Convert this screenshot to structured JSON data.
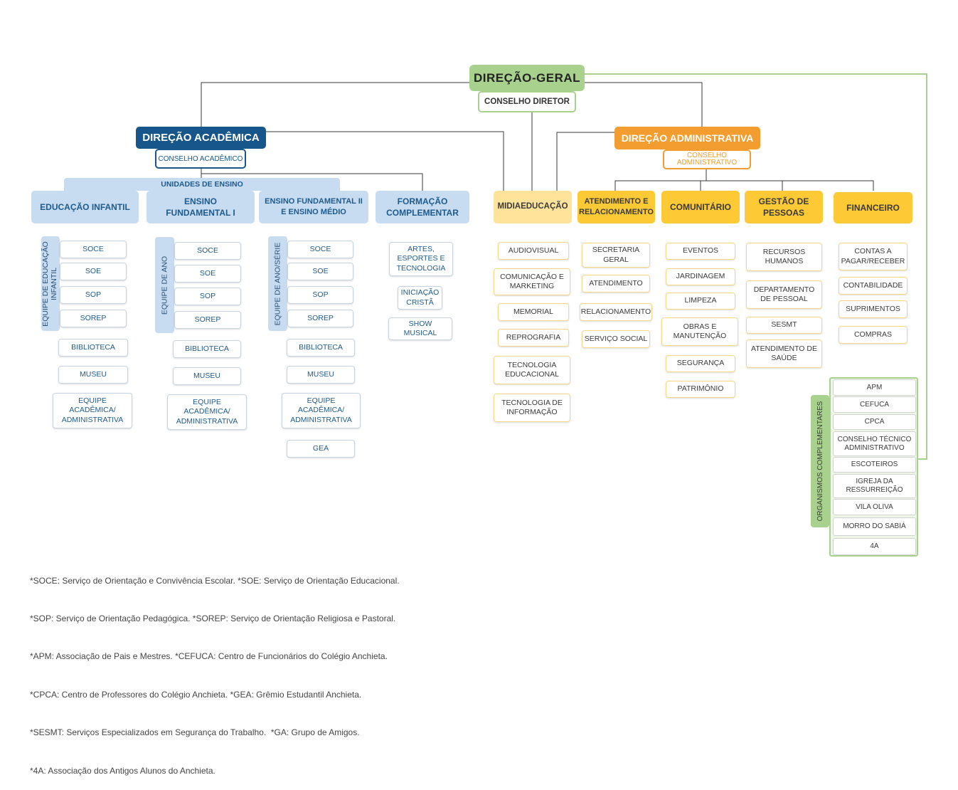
{
  "colors": {
    "general": "#a9d18e",
    "academic": "#17568a",
    "administrative": "#f39c2f",
    "unit": "#c8dcf1",
    "unit_text": "#1d5a8e",
    "gold": "#fdc935",
    "media": "#ffe39b",
    "item_text": "#1f5a8c"
  },
  "direction_general": {
    "title": "DIREÇÃO-GERAL",
    "council": "CONSELHO DIRETOR"
  },
  "academic": {
    "title": "DIREÇÃO ACADÊMICA",
    "council": "CONSELHO ACADÊMICO",
    "units_label": "UNIDADES DE ENSINO",
    "units": [
      {
        "title": "EDUCAÇÃO INFANTIL",
        "team": "EQUIPE DE EDUCAÇÃO INFANTIL",
        "team_items": [
          "SOCE",
          "SOE",
          "SOP",
          "SOREP"
        ],
        "items": [
          "BIBLIOTECA",
          "MUSEU",
          "EQUIPE ACADÊMICA/ ADMINISTRATIVA"
        ]
      },
      {
        "title": "ENSINO FUNDAMENTAL I",
        "team": "EQUIPE DE ANO",
        "team_items": [
          "SOCE",
          "SOE",
          "SOP",
          "SOREP"
        ],
        "items": [
          "BIBLIOTECA",
          "MUSEU",
          "EQUIPE ACADÊMICA/ ADMINISTRATIVA"
        ]
      },
      {
        "title": "ENSINO FUNDAMENTAL II E ENSINO MÉDIO",
        "team": "EQUIPE DE ANO/SÉRIE",
        "team_items": [
          "SOCE",
          "SOE",
          "SOP",
          "SOREP"
        ],
        "items": [
          "BIBLIOTECA",
          "MUSEU",
          "EQUIPE ACADÊMICA/ ADMINISTRATIVA",
          "GEA"
        ]
      }
    ],
    "complementary": {
      "title": "FORMAÇÃO COMPLEMENTAR",
      "items": [
        "ARTES, ESPORTES E TECNOLOGIA",
        "INICIAÇÃO CRISTÃ",
        "SHOW MUSICAL"
      ]
    }
  },
  "media_education": {
    "title": "MIDIAEDUCAÇÃO",
    "items": [
      "AUDIOVISUAL",
      "COMUNICAÇÃO E MARKETING",
      "MEMORIAL",
      "REPROGRAFIA",
      "TECNOLOGIA EDUCACIONAL",
      "TECNOLOGIA DE INFORMAÇÃO"
    ]
  },
  "administrative": {
    "title": "DIREÇÃO ADMINISTRATIVA",
    "council": "CONSELHO ADMINISTRATIVO",
    "areas": [
      {
        "title": "ATENDIMENTO E RELACIONAMENTO",
        "items": [
          "SECRETARIA GERAL",
          "ATENDIMENTO",
          "RELACIONAMENTO",
          "SERVIÇO SOCIAL"
        ]
      },
      {
        "title": "COMUNITÁRIO",
        "items": [
          "EVENTOS",
          "JARDINAGEM",
          "LIMPEZA",
          "OBRAS E MANUTENÇÃO",
          "SEGURANÇA",
          "PATRIMÔNIO"
        ]
      },
      {
        "title": "GESTÃO DE PESSOAS",
        "items": [
          "RECURSOS HUMANOS",
          "DEPARTAMENTO DE PESSOAL",
          "SESMT",
          "ATENDIMENTO DE SAÚDE"
        ]
      },
      {
        "title": "FINANCEIRO",
        "items": [
          "CONTAS A PAGAR/RECEBER",
          "CONTABILIDADE",
          "SUPRIMENTOS",
          "COMPRAS"
        ]
      }
    ]
  },
  "complementary_organisms": {
    "label": "ORGANISMOS COMPLEMENTARES",
    "items": [
      "APM",
      "CEFUCA",
      "CPCA",
      "CONSELHO TÉCNICO ADMINISTRATIVO",
      "ESCOTEIROS",
      "IGREJA DA RESSURREIÇÃO",
      "VILA OLIVA",
      "MORRO DO SABIÁ",
      "4A"
    ]
  },
  "footnotes": [
    "*SOCE: Serviço de Orientação e Convivência Escolar. *SOE: Serviço de Orientação Educacional.",
    "*SOP: Serviço de Orientação Pedagógica. *SOREP: Serviço de Orientação Religiosa e Pastoral.",
    "*APM: Associação de Pais e Mestres. *CEFUCA: Centro de Funcionários do Colégio Anchieta.",
    "*CPCA: Centro de Professores do Colégio Anchieta. *GEA: Grêmio Estudantil Anchieta.",
    "*SESMT: Serviços Especializados em Segurança do Trabalho.  *GA: Grupo de Amigos.",
    "*4A: Associação dos Antigos Alunos do Anchieta."
  ]
}
